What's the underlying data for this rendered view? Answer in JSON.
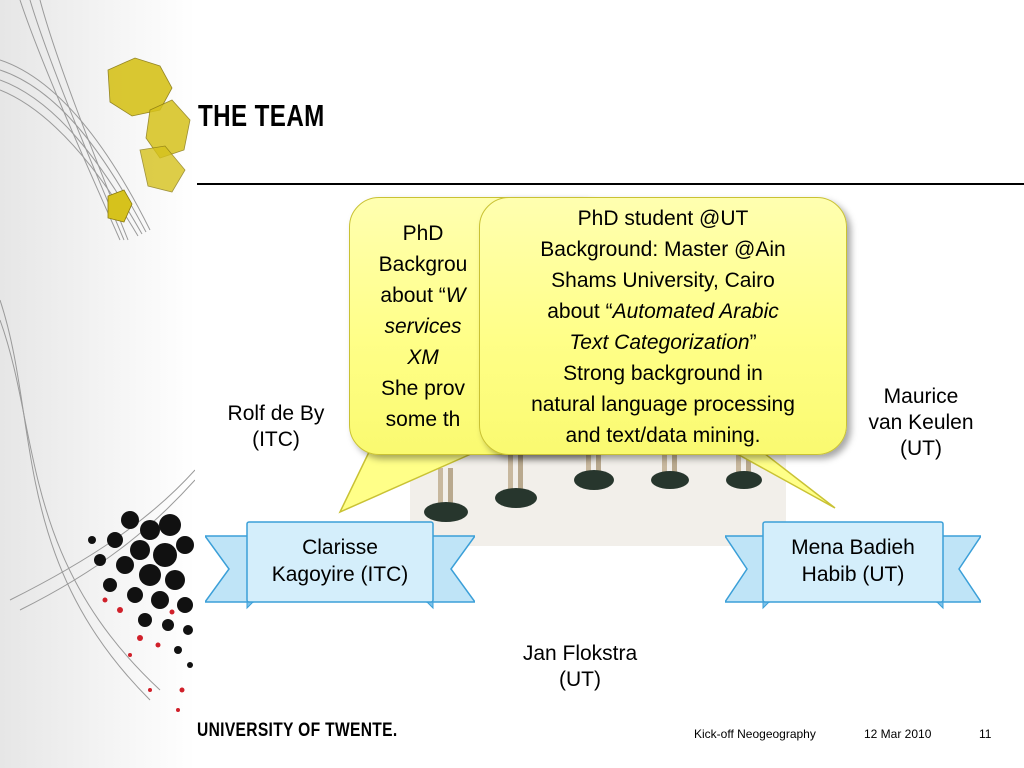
{
  "slide": {
    "title": "THE TEAM",
    "slide_number": "11"
  },
  "people": {
    "rolf": [
      "Rolf de By",
      "(ITC)"
    ],
    "maurice": [
      "Maurice",
      "van Keulen",
      "(UT)"
    ],
    "jan": [
      "Jan Flokstra",
      "(UT)"
    ]
  },
  "banners": {
    "clarisse": [
      "Clarisse",
      "Kagoyire (ITC)"
    ],
    "mena": [
      "Mena Badieh",
      "Habib (UT)"
    ]
  },
  "bubble_back": {
    "line1": "PhD",
    "line2": "Backgrou",
    "line3_prefix": "about “",
    "line3_italic": "W",
    "line4_italic": "services",
    "line5_italic": "XM",
    "line6": "She prov",
    "line7": "some th"
  },
  "bubble_front": {
    "line1": "PhD student @UT",
    "line2": "Background: Master @Ain",
    "line3": "Shams University, Cairo",
    "line4_prefix": "about “",
    "line4_italic": "Automated Arabic",
    "line5_italic": "Text Categorization",
    "line5_suffix": "”",
    "line6": "Strong background in",
    "line7": "natural language processing",
    "line8": "and text/data mining."
  },
  "footer": {
    "logo": "UNIVERSITY OF TWENTE.",
    "event": "Kick-off Neogeography",
    "date": "12 Mar 2010"
  },
  "colors": {
    "bubble_fill": "#ffff88",
    "banner_fill": "#bfe4f7",
    "banner_stroke": "#3b9fd8",
    "yellow_decor": "#d6c21c",
    "red_dots": "#d0202a"
  }
}
